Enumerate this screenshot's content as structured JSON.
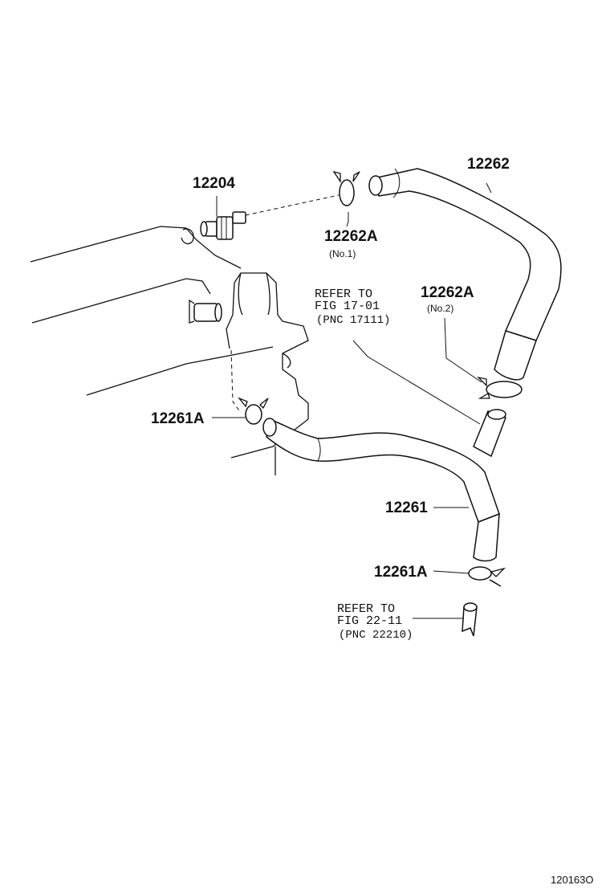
{
  "parts": {
    "p12204": "12204",
    "p12262": "12262",
    "p12262a_1": "12262A",
    "p12262a_1_note": "(No.1)",
    "p12262a_2": "12262A",
    "p12262a_2_note": "(No.2)",
    "p12261a_top": "12261A",
    "p12261": "12261",
    "p12261a_bottom": "12261A"
  },
  "refs": {
    "ref1": {
      "line1": "REFER TO",
      "line2": "FIG 17-01",
      "line3": "(PNC 17111)"
    },
    "ref2": {
      "line1": "REFER TO",
      "line2": "FIG 22-11",
      "line3": "(PNC 22210)"
    }
  },
  "illustration_code": "120163O"
}
